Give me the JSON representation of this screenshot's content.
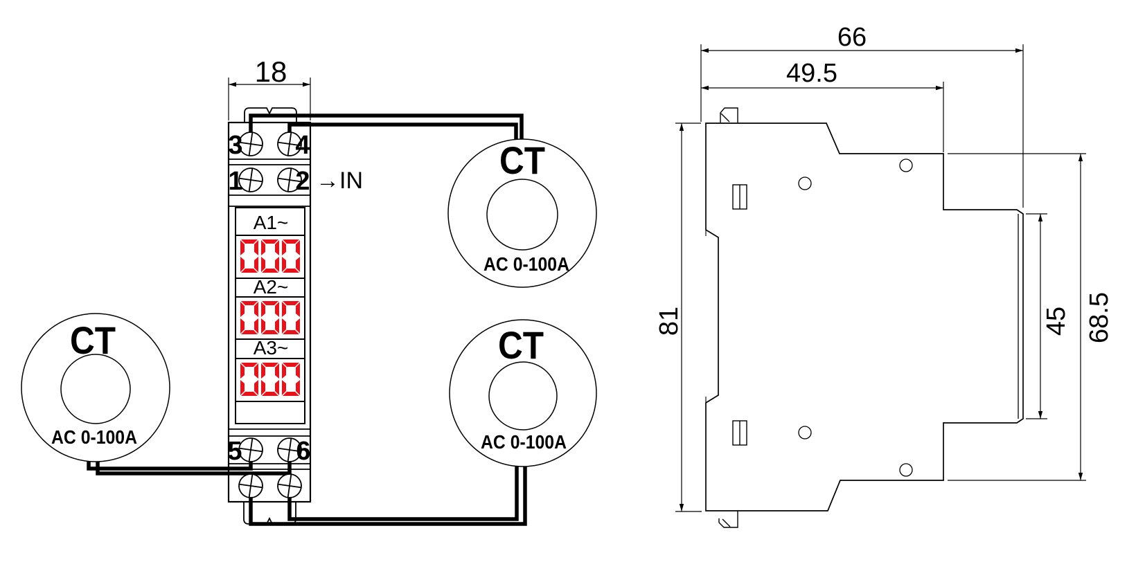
{
  "drawing": {
    "front_view": {
      "width_dim_label": "18",
      "in_label": "→IN",
      "terminal_labels": {
        "t3": "3",
        "t4": "4",
        "t1": "1",
        "t2": "2",
        "t5": "5",
        "t6": "6"
      },
      "displays": [
        {
          "label": "A1~",
          "value": "000"
        },
        {
          "label": "A2~",
          "value": "000"
        },
        {
          "label": "A3~",
          "value": "000"
        }
      ]
    },
    "ct_rings": [
      {
        "name": "CT",
        "rating": "AC 0-100A"
      },
      {
        "name": "CT",
        "rating": "AC 0-100A"
      },
      {
        "name": "CT",
        "rating": "AC 0-100A"
      }
    ],
    "side_view": {
      "overall_width": "66",
      "body_width": "49.5",
      "overall_height": "81",
      "panel_height": "45",
      "front_height": "68.5"
    },
    "colors": {
      "line": "#000000",
      "display_digits": "#e8131a",
      "background": "#ffffff"
    }
  }
}
